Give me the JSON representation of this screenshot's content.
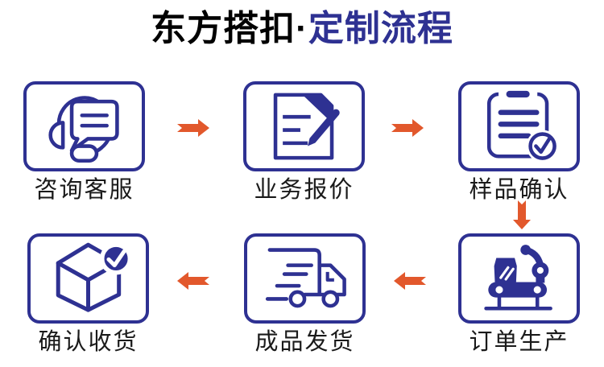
{
  "title": {
    "prefix": "东方搭扣·",
    "accent": "定制流程"
  },
  "colors": {
    "navy": "#2e3192",
    "orange": "#e2582c",
    "title_ink": "#000000",
    "label_ink": "#1a1a1a",
    "background": "#ffffff"
  },
  "steps": [
    {
      "label": "咨询客服",
      "icon": "customer-service-headset-chat-icon"
    },
    {
      "label": "业务报价",
      "icon": "quotation-document-pen-icon"
    },
    {
      "label": "样品确认",
      "icon": "sample-checklist-check-icon"
    },
    {
      "label": "订单生产",
      "icon": "production-conveyor-robot-arm-icon"
    },
    {
      "label": "成品发货",
      "icon": "delivery-truck-speed-icon"
    },
    {
      "label": "确认收货",
      "icon": "package-box-check-icon"
    }
  ],
  "arrows": [
    {
      "direction": "right",
      "from": "咨询客服",
      "to": "业务报价"
    },
    {
      "direction": "right",
      "from": "业务报价",
      "to": "样品确认"
    },
    {
      "direction": "down",
      "from": "样品确认",
      "to": "订单生产"
    },
    {
      "direction": "left",
      "from": "订单生产",
      "to": "成品发货"
    },
    {
      "direction": "left",
      "from": "成品发货",
      "to": "确认收货"
    }
  ]
}
